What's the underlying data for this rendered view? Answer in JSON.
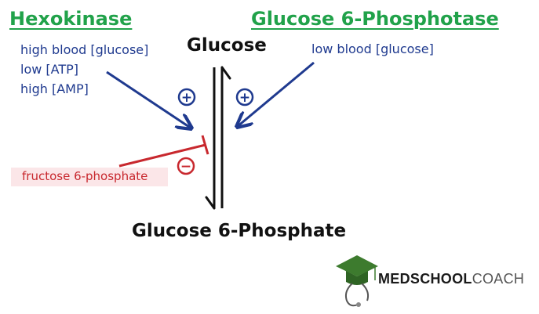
{
  "enzymes": {
    "hexokinase": {
      "name": "Hexokinase",
      "activators": [
        "high blood [glucose]",
        "low [ATP]",
        "high [AMP]"
      ],
      "inhibitor": "fructose 6-phosphate"
    },
    "g6pase": {
      "name": "Glucose 6-Phosphotase",
      "activators": [
        "low blood [glucose]"
      ]
    }
  },
  "molecules": {
    "top": "Glucose",
    "bottom": "Glucose 6-Phosphate"
  },
  "symbols": {
    "plus": "+",
    "minus": "−"
  },
  "logo": {
    "bold_part": "MEDSCHOOL",
    "light_part": "COACH",
    "icon": "graduation-cap-stethoscope-icon"
  },
  "colors": {
    "green": "#21a24a",
    "blue": "#1f3a8f",
    "red": "#c8282e",
    "black": "#111111",
    "logo_green": "#3d7b2e"
  }
}
